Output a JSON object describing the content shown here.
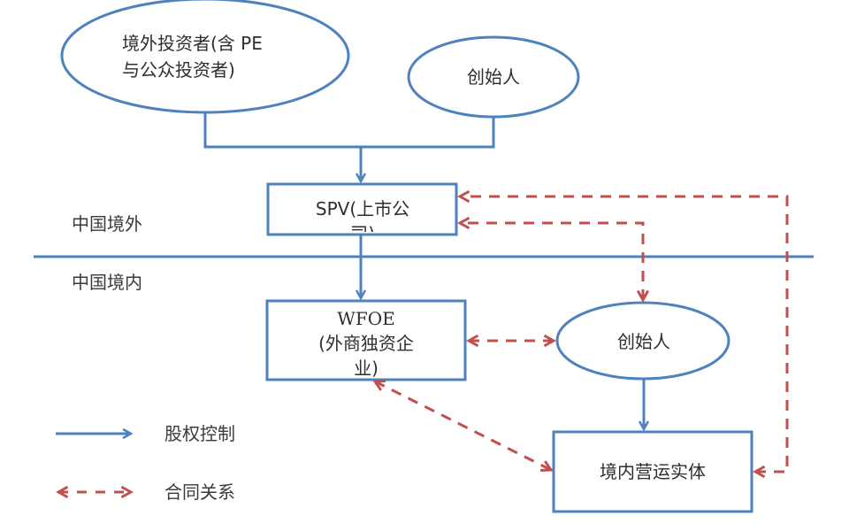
{
  "diagram": {
    "colors": {
      "equity": "#4f81bd",
      "contract": "#c0504d",
      "text": "#333333"
    },
    "regions": {
      "offshore": "中国境外",
      "onshore": "中国境内"
    },
    "nodes": {
      "foreign_investors": {
        "shape": "ellipse",
        "line1": "境外投资者(含 PE",
        "line2": "与公众投资者)"
      },
      "founder_top": {
        "shape": "ellipse",
        "label": "创始人"
      },
      "spv": {
        "shape": "rect",
        "line1": "SPV(上市公",
        "line2": "司)"
      },
      "wfoe": {
        "shape": "rect",
        "line1": "WFOE",
        "line2": "(外商独资企",
        "line3": "业)"
      },
      "founder_bottom": {
        "shape": "ellipse",
        "label": "创始人"
      },
      "domestic_entity": {
        "shape": "rect",
        "label": "境内营运实体"
      }
    },
    "edges": [
      {
        "from": "foreign_investors",
        "to": "spv",
        "type": "equity"
      },
      {
        "from": "founder_top",
        "to": "spv",
        "type": "equity"
      },
      {
        "from": "spv",
        "to": "wfoe",
        "type": "equity"
      },
      {
        "from": "founder_bottom",
        "to": "domestic_entity",
        "type": "equity"
      },
      {
        "from": "wfoe",
        "to": "founder_bottom",
        "type": "contract",
        "bidirectional": true
      },
      {
        "from": "wfoe",
        "to": "domestic_entity",
        "type": "contract",
        "bidirectional": true
      },
      {
        "from": "founder_bottom",
        "to": "spv",
        "type": "contract",
        "bidirectional": true
      },
      {
        "from": "domestic_entity",
        "to": "spv",
        "type": "contract",
        "bidirectional": true
      }
    ],
    "legend": [
      {
        "type": "equity",
        "label": "股权控制"
      },
      {
        "type": "contract",
        "label": "合同关系"
      }
    ]
  }
}
